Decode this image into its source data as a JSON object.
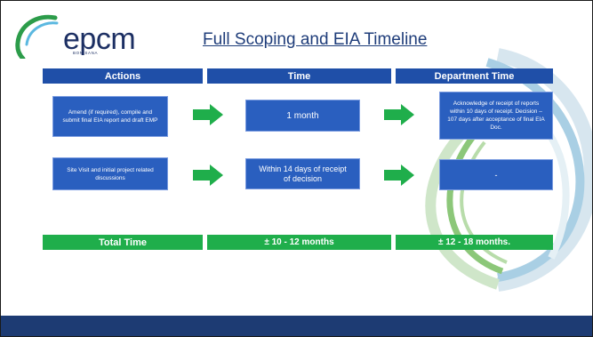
{
  "logo": {
    "name": "epcm",
    "sub": "BONISANA"
  },
  "title": "Full Scoping and EIA Timeline",
  "headers": {
    "actions": "Actions",
    "time": "Time",
    "department_time": "Department Time"
  },
  "rows": [
    {
      "action": "Amend (if required), compile and submit final EIA report and draft EMP",
      "time": "1 month",
      "department": "Acknowledge of receipt of reports within 10 days of receipt. Decision – 107 days after acceptance of final EIA Doc."
    },
    {
      "action": "Site Visit and initial project related discussions",
      "time": "Within 14 days of receipt of decision",
      "department": "-"
    }
  ],
  "totals": {
    "label": "Total Time",
    "time": "± 10 - 12 months",
    "department": "± 12 - 18 months."
  },
  "colors": {
    "header_blue": "#1f4fa8",
    "box_blue": "#2a5fbf",
    "arrow_green": "#1fae4b",
    "total_green": "#1fae4b",
    "footer_navy": "#1d3b73"
  },
  "icons": [
    "epcm-logo-icon",
    "right-arrow-icon"
  ]
}
